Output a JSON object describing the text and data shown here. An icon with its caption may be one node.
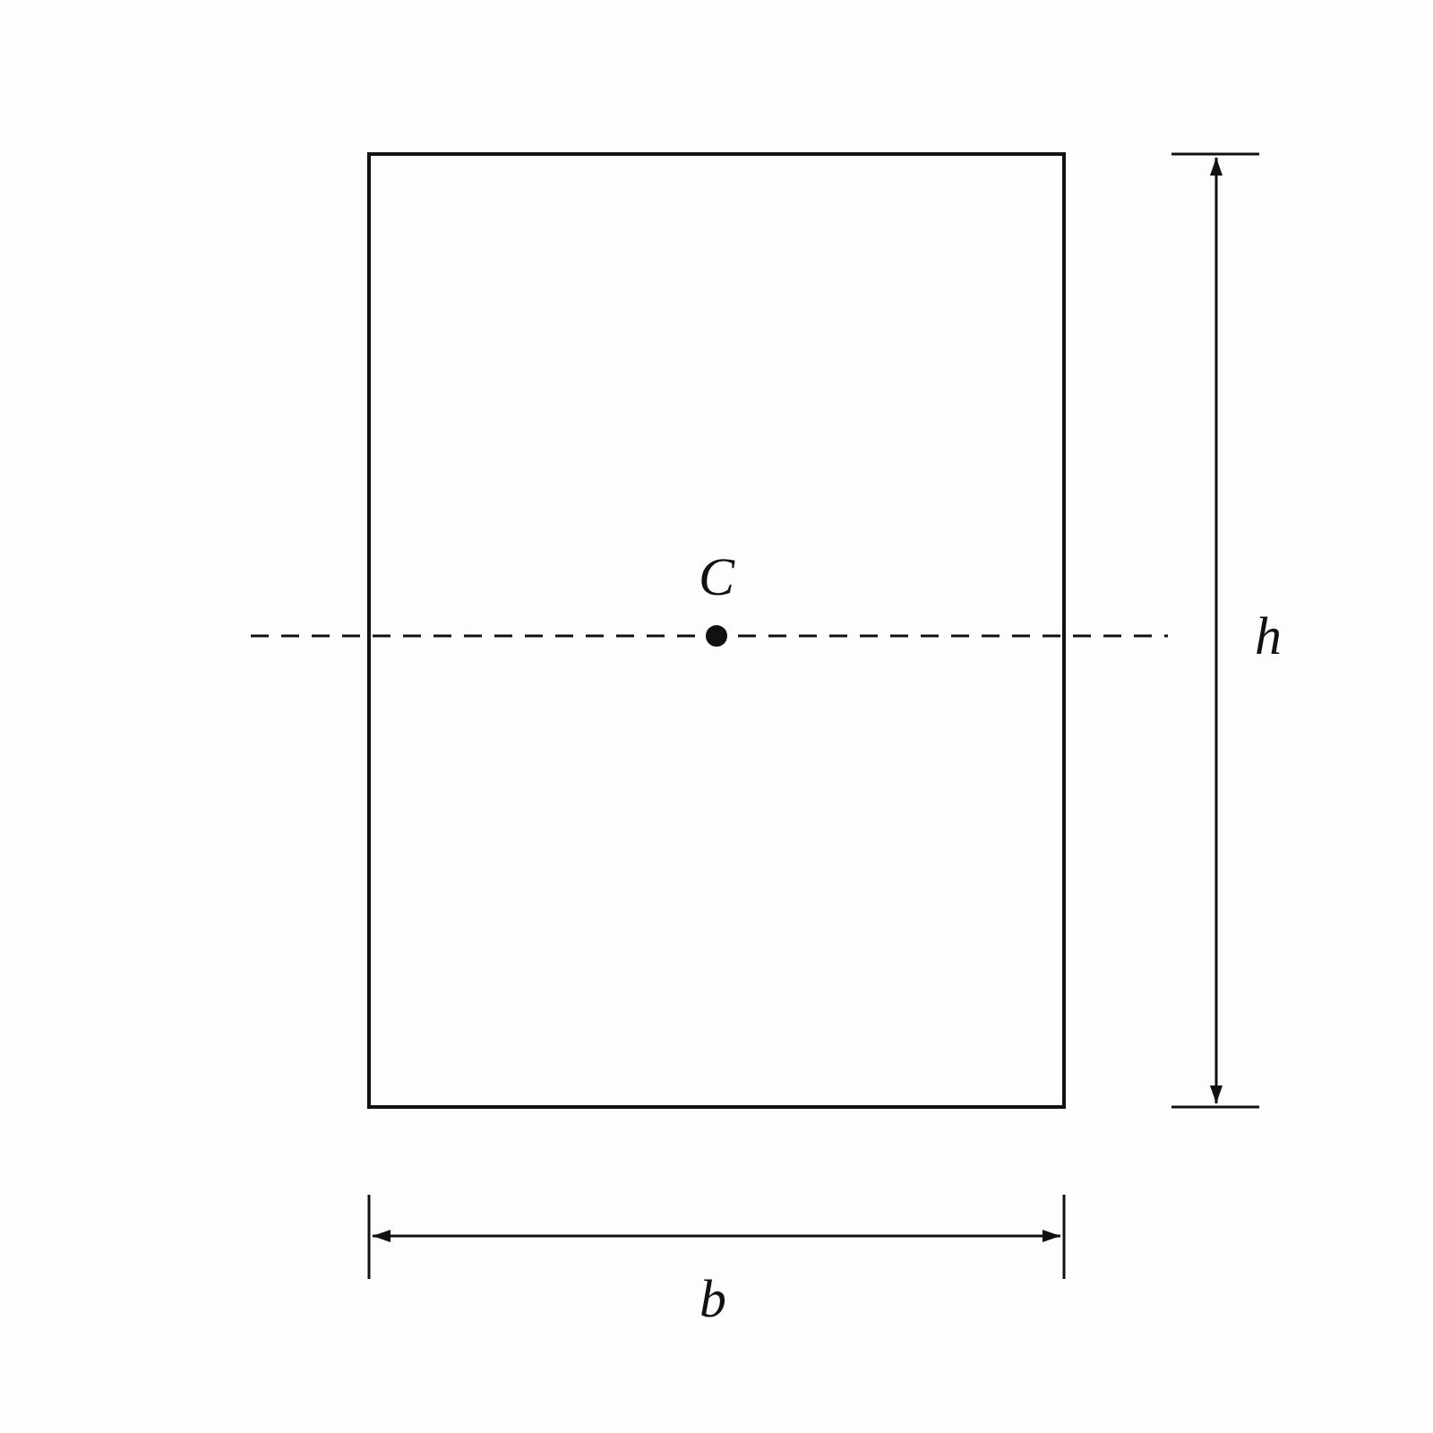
{
  "diagram": {
    "labels": [
      "C",
      "h",
      "b"
    ]
  }
}
